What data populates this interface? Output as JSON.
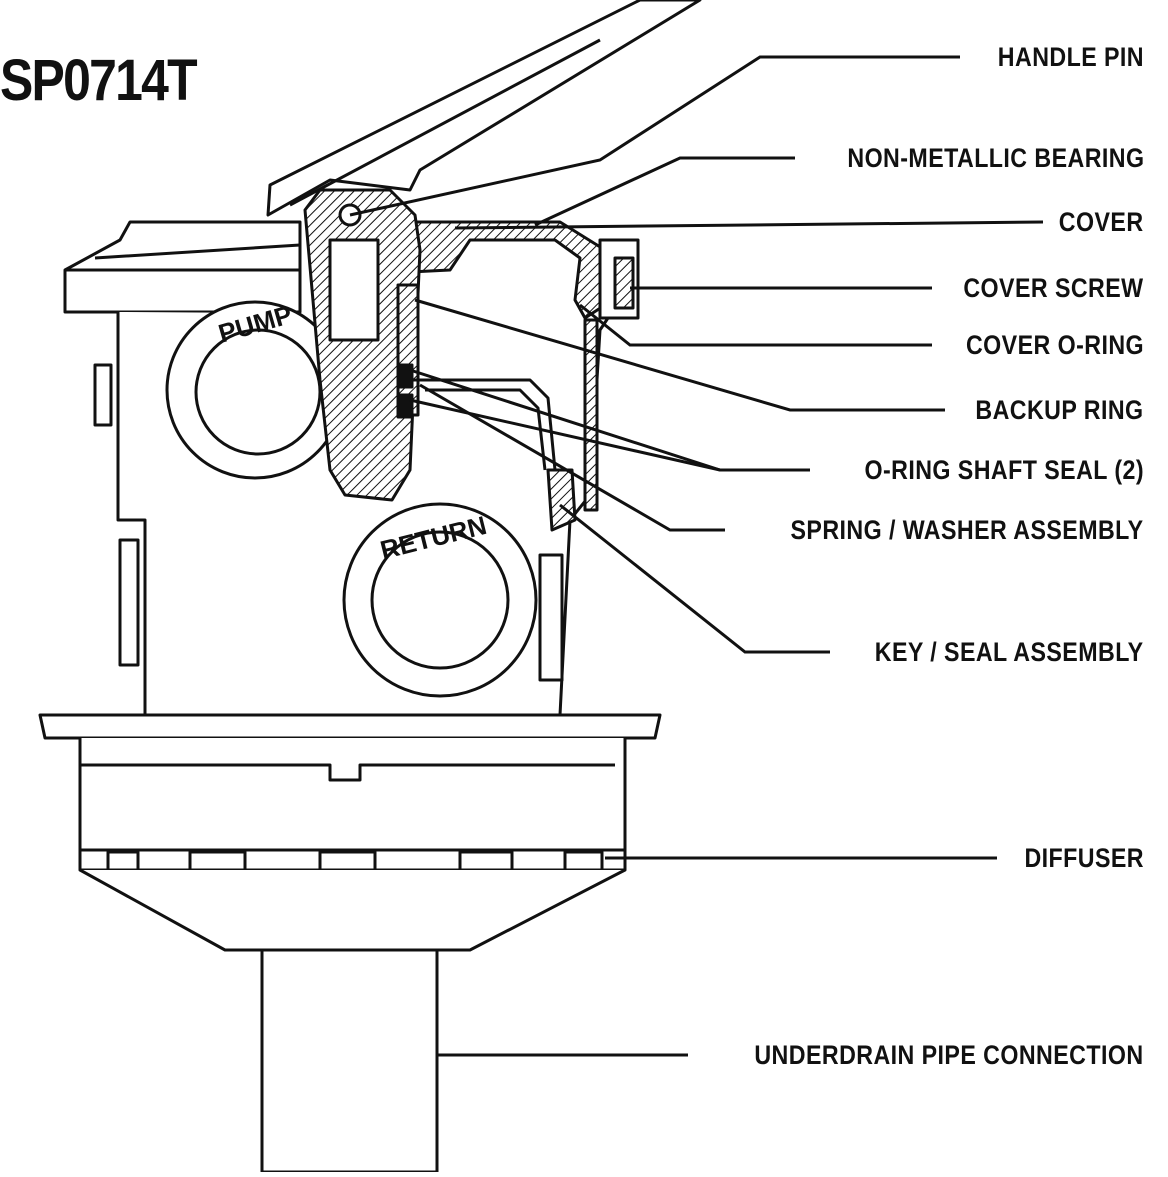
{
  "title": "SP0714T",
  "port_labels": {
    "pump": "PUMP",
    "return": "RETURN"
  },
  "callouts": [
    "HANDLE PIN",
    "NON-METALLIC BEARING",
    "COVER",
    "COVER SCREW",
    "COVER O-RING",
    "BACKUP RING",
    "O-RING SHAFT SEAL (2)",
    "SPRING / WASHER ASSEMBLY",
    "KEY / SEAL ASSEMBLY",
    "DIFFUSER",
    "UNDERDRAIN PIPE CONNECTION"
  ]
}
